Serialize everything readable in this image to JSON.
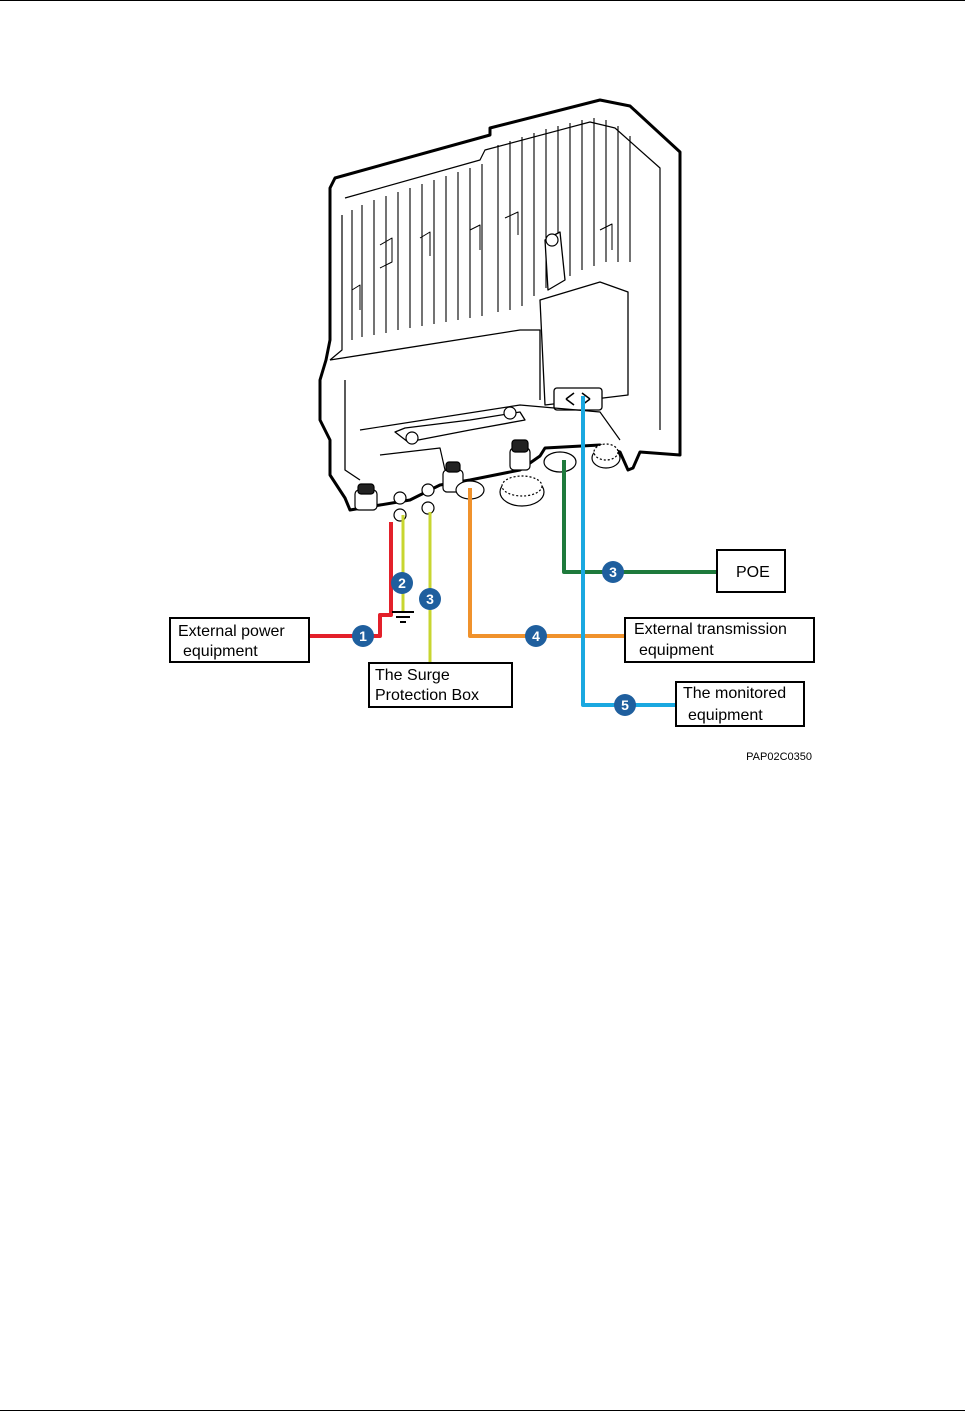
{
  "labels": {
    "external_power": [
      "External power",
      "equipment"
    ],
    "surge_box": [
      "The Surge",
      "Protection Box"
    ],
    "poe": "POE",
    "external_transmission": [
      "External transmission",
      "equipment"
    ],
    "monitored": [
      "The monitored",
      "equipment"
    ]
  },
  "callouts": {
    "c1": "1",
    "c2": "2",
    "c3a": "3",
    "c3b": "3",
    "c4": "4",
    "c5": "5"
  },
  "figure_id": "PAP02C0350",
  "colors": {
    "power_cable": "#e3202a",
    "ground_cable": "#c8d630",
    "poe_cable": "#1e7a3c",
    "transmission_cable": "#f0922c",
    "monitor_cable": "#1aa8e0",
    "callout": "#1f5f9e"
  }
}
